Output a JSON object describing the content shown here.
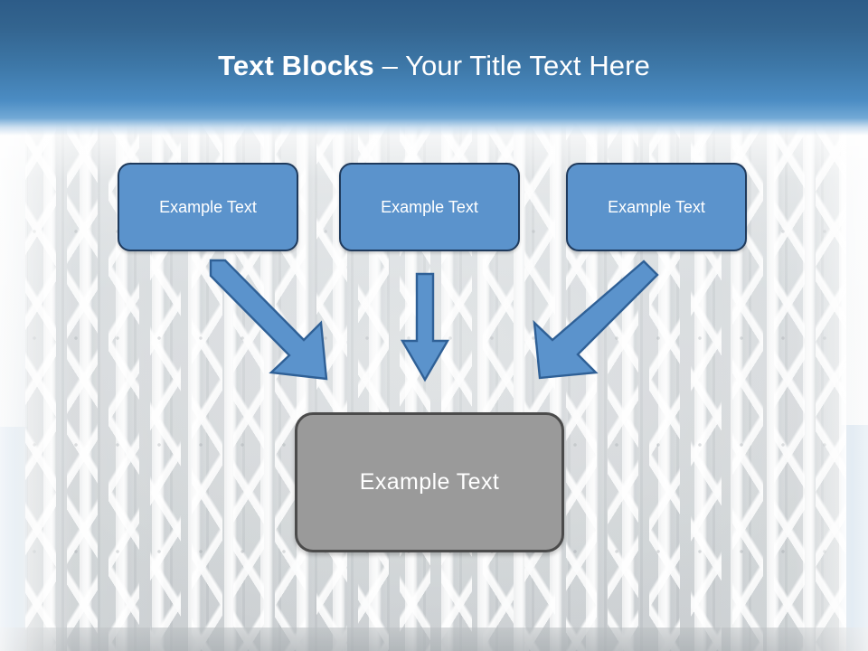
{
  "slide": {
    "title": {
      "bold_part": "Text Blocks ",
      "rest_part": "– Your Title Text Here",
      "full": "Text Blocks – Your Title Text Here"
    },
    "background": {
      "description": "white folding accordion security gate",
      "wall_color": "#a9c4dc",
      "gate_color": "#ffffff"
    },
    "colors": {
      "title_gradient_top": "#2d5c88",
      "title_gradient_bottom": "#72a9d6",
      "title_text": "#ffffff",
      "box_blue_fill": "#5b93cc",
      "box_blue_border": "#1f3a5c",
      "box_gray_fill": "#9a9a9a",
      "box_gray_border": "#4b4b4b",
      "arrow_fill": "#5b93cc",
      "arrow_border": "#2f6096"
    },
    "top_boxes": [
      {
        "label": "Example Text"
      },
      {
        "label": "Example Text"
      },
      {
        "label": "Example Text"
      }
    ],
    "bottom_box": {
      "label": "Example Text"
    },
    "arrows": [
      {
        "name": "arrow-left-diagonal",
        "direction": "down-right"
      },
      {
        "name": "arrow-center-vertical",
        "direction": "down"
      },
      {
        "name": "arrow-right-diagonal",
        "direction": "down-left"
      }
    ]
  }
}
